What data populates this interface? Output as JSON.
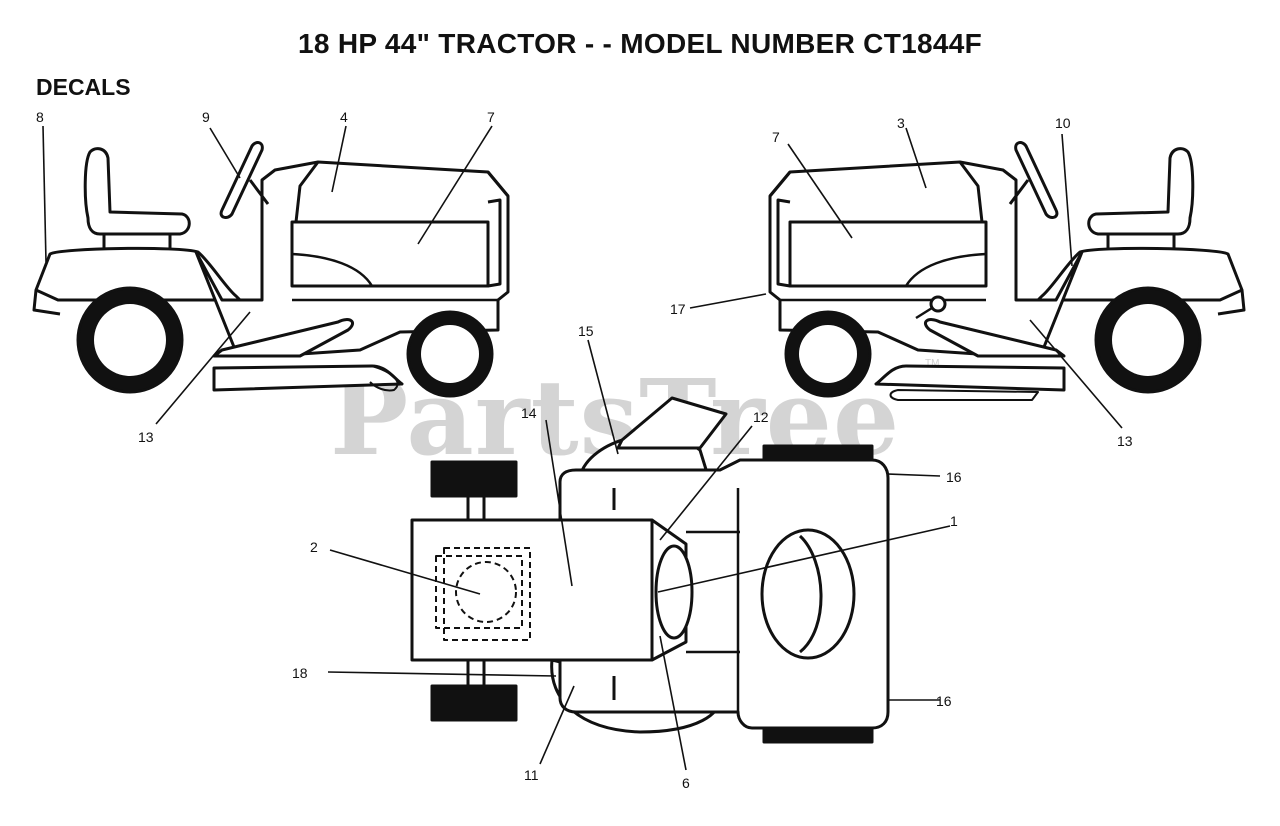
{
  "title": "18 HP 44\" TRACTOR - - MODEL NUMBER CT1844F",
  "section_label": "DECALS",
  "watermark": {
    "text": "PartsTree",
    "mark": "TM"
  },
  "callouts": {
    "left_view": [
      "8",
      "9",
      "4",
      "7",
      "13"
    ],
    "right_view": [
      "7",
      "3",
      "10",
      "17",
      "13"
    ],
    "top_view": [
      "15",
      "14",
      "12",
      "16",
      "1",
      "2",
      "18",
      "16",
      "11",
      "6"
    ]
  }
}
